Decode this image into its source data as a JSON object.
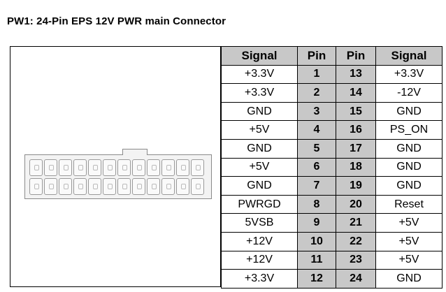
{
  "title": "PW1: 24-Pin EPS 12V PWR main Connector",
  "table": {
    "headers": [
      "Signal",
      "Pin",
      "Pin",
      "Signal"
    ],
    "rows": [
      {
        "signal_left": "+3.3V",
        "pin_left": "1",
        "pin_right": "13",
        "signal_right": "+3.3V"
      },
      {
        "signal_left": "+3.3V",
        "pin_left": "2",
        "pin_right": "14",
        "signal_right": "-12V"
      },
      {
        "signal_left": "GND",
        "pin_left": "3",
        "pin_right": "15",
        "signal_right": "GND"
      },
      {
        "signal_left": "+5V",
        "pin_left": "4",
        "pin_right": "16",
        "signal_right": "PS_ON"
      },
      {
        "signal_left": "GND",
        "pin_left": "5",
        "pin_right": "17",
        "signal_right": "GND"
      },
      {
        "signal_left": "+5V",
        "pin_left": "6",
        "pin_right": "18",
        "signal_right": "GND"
      },
      {
        "signal_left": "GND",
        "pin_left": "7",
        "pin_right": "19",
        "signal_right": "GND"
      },
      {
        "signal_left": "PWRGD",
        "pin_left": "8",
        "pin_right": "20",
        "signal_right": "Reset"
      },
      {
        "signal_left": "5VSB",
        "pin_left": "9",
        "pin_right": "21",
        "signal_right": "+5V"
      },
      {
        "signal_left": "+12V",
        "pin_left": "10",
        "pin_right": "22",
        "signal_right": "+5V"
      },
      {
        "signal_left": "+12V",
        "pin_left": "11",
        "pin_right": "23",
        "signal_right": "+5V"
      },
      {
        "signal_left": "+3.3V",
        "pin_left": "12",
        "pin_right": "24",
        "signal_right": "GND"
      }
    ]
  },
  "connector": {
    "pins_per_row": 12,
    "rows": 2
  },
  "colors": {
    "header_fill": "#c8c8c8",
    "pin_column_fill": "#c8c8c8",
    "border": "#000000"
  }
}
